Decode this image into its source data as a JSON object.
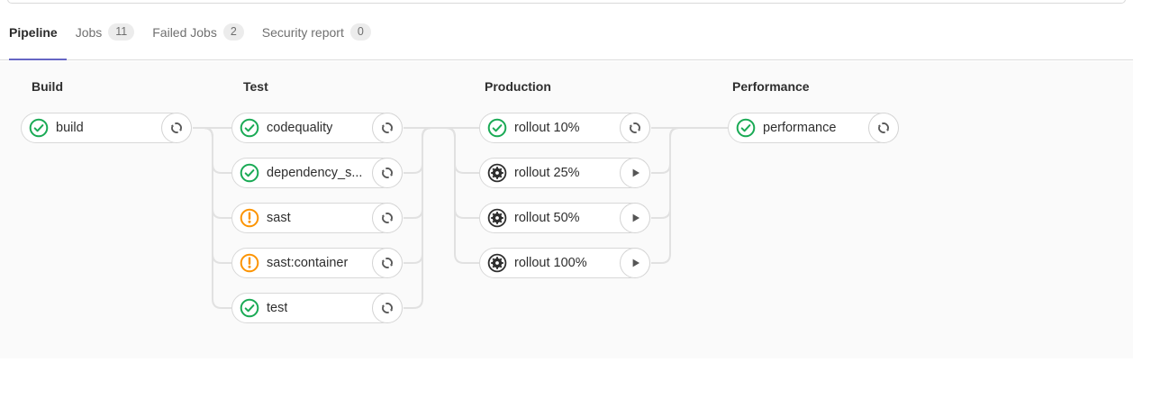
{
  "tabs": [
    {
      "label": "Pipeline",
      "active": true
    },
    {
      "label": "Jobs",
      "badge": "11"
    },
    {
      "label": "Failed Jobs",
      "badge": "2"
    },
    {
      "label": "Security report",
      "badge": "0"
    }
  ],
  "stages": [
    {
      "name": "Build",
      "jobs": [
        {
          "name": "build",
          "status": "success",
          "status_icon": "success-check-icon",
          "action": "retry",
          "action_icon": "retry-icon"
        }
      ]
    },
    {
      "name": "Test",
      "jobs": [
        {
          "name": "codequality",
          "status": "success",
          "status_icon": "success-check-icon",
          "action": "retry",
          "action_icon": "retry-icon"
        },
        {
          "name": "dependency_s...",
          "status": "success",
          "status_icon": "success-check-icon",
          "action": "retry",
          "action_icon": "retry-icon"
        },
        {
          "name": "sast",
          "status": "warning",
          "status_icon": "warning-exclamation-icon",
          "action": "retry",
          "action_icon": "retry-icon"
        },
        {
          "name": "sast:container",
          "status": "warning",
          "status_icon": "warning-exclamation-icon",
          "action": "retry",
          "action_icon": "retry-icon"
        },
        {
          "name": "test",
          "status": "success",
          "status_icon": "success-check-icon",
          "action": "retry",
          "action_icon": "retry-icon"
        }
      ]
    },
    {
      "name": "Production",
      "jobs": [
        {
          "name": "rollout 10%",
          "status": "success",
          "status_icon": "success-check-icon",
          "action": "retry",
          "action_icon": "retry-icon"
        },
        {
          "name": "rollout 25%",
          "status": "manual",
          "status_icon": "manual-gear-icon",
          "action": "play",
          "action_icon": "play-icon"
        },
        {
          "name": "rollout 50%",
          "status": "manual",
          "status_icon": "manual-gear-icon",
          "action": "play",
          "action_icon": "play-icon"
        },
        {
          "name": "rollout 100%",
          "status": "manual",
          "status_icon": "manual-gear-icon",
          "action": "play",
          "action_icon": "play-icon"
        }
      ]
    },
    {
      "name": "Performance",
      "jobs": [
        {
          "name": "performance",
          "status": "success",
          "status_icon": "success-check-icon",
          "action": "retry",
          "action_icon": "retry-icon"
        }
      ]
    }
  ],
  "colors": {
    "success": "#1aaa55",
    "warning": "#fc9403",
    "manual": "#2e2e2e",
    "accent_tab": "#6666c4",
    "connector": "#e1e1e1",
    "action_icon": "#555555"
  }
}
